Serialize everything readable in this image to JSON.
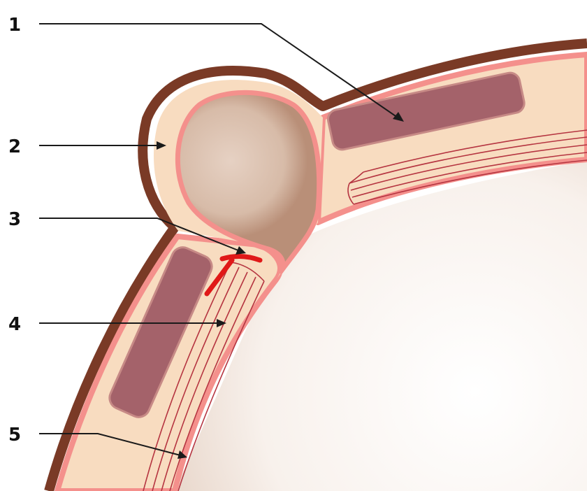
{
  "labels": [
    {
      "id": "1",
      "text": "1"
    },
    {
      "id": "2",
      "text": "2"
    },
    {
      "id": "3",
      "text": "3"
    },
    {
      "id": "4",
      "text": "4"
    },
    {
      "id": "5",
      "text": "5"
    }
  ],
  "colors": {
    "outer_layer": "#7a3a26",
    "inner_tissue": "#f8dcc0",
    "pink_lining": "#f4908c",
    "muscle_blocks": "#a4626a",
    "fibers": "#b53440",
    "red_structure": "#e01818",
    "lumen": "#efe2d8",
    "leader_lines": "#1a1a1a"
  }
}
